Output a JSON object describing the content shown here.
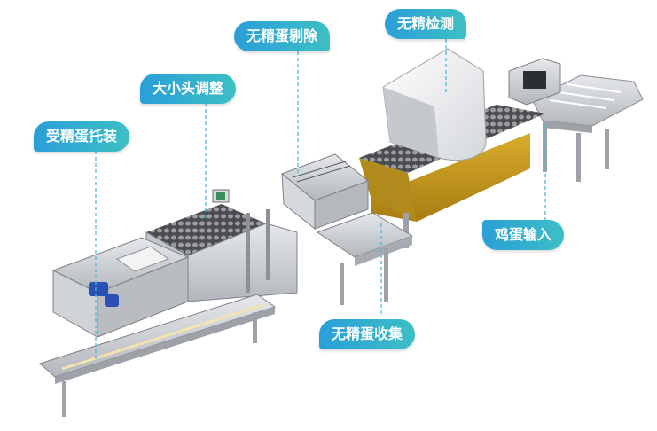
{
  "labels": {
    "tray_packing": "受精蛋托装",
    "size_adjust": "大小头调整",
    "infertile_removal": "无精蛋剔除",
    "infertile_detection": "无精检测",
    "egg_input": "鸡蛋输入",
    "infertile_collection": "无精蛋收集"
  },
  "colors": {
    "callout_start": "#2a9fd8",
    "callout_end": "#3dbfc4",
    "leader_line": "#4fb8d8",
    "steel": "#c9ccd0",
    "gold_belt": "#c79a1e"
  }
}
